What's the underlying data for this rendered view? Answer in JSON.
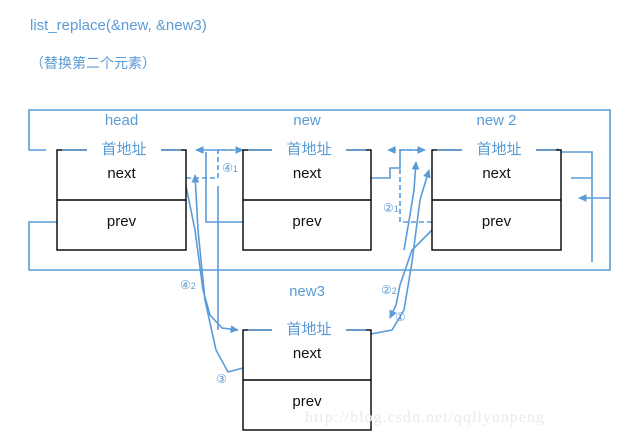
{
  "header": {
    "function_signature": "list_replace(&new, &new3)",
    "description_cn": "（替换第二个元素）"
  },
  "nodes": [
    {
      "id": "head",
      "title": "head",
      "addr_label": "首地址",
      "next_label": "next",
      "prev_label": "prev"
    },
    {
      "id": "new",
      "title": "new",
      "addr_label": "首地址",
      "next_label": "next",
      "prev_label": "prev"
    },
    {
      "id": "new2",
      "title": "new 2",
      "addr_label": "首地址",
      "next_label": "next",
      "prev_label": "prev"
    },
    {
      "id": "new3",
      "title": "new3",
      "addr_label": "首地址",
      "next_label": "next",
      "prev_label": "prev"
    }
  ],
  "steps": [
    {
      "id": "step1",
      "mark": "①",
      "sub": ""
    },
    {
      "id": "step2a",
      "mark": "②",
      "sub": "1"
    },
    {
      "id": "step2b",
      "mark": "②",
      "sub": "2"
    },
    {
      "id": "step3",
      "mark": "③",
      "sub": ""
    },
    {
      "id": "step4a",
      "mark": "④",
      "sub": "1"
    },
    {
      "id": "step4b",
      "mark": "④",
      "sub": "2"
    }
  ],
  "watermark": "http://blog.csdn.net/qqliyunpeng",
  "colors": {
    "accent": "#5B9BD5",
    "arrow": "#5B9BD5",
    "box_border": "#000000",
    "text": "#111111",
    "watermark": "#ece9e6"
  }
}
